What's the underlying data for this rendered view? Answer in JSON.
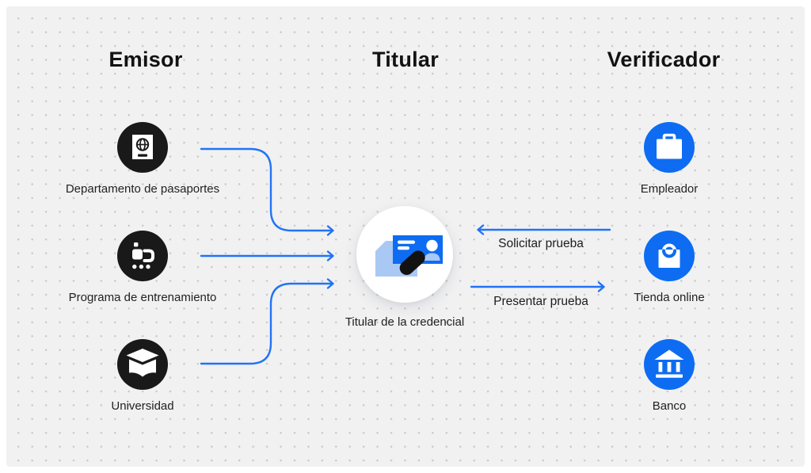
{
  "diagram": {
    "columns": [
      {
        "id": "emisor",
        "title": "Emisor"
      },
      {
        "id": "titular",
        "title": "Titular"
      },
      {
        "id": "verificador",
        "title": "Verificador"
      }
    ],
    "issuers": [
      {
        "label": "Departamento de pasaportes",
        "icon": "passport-icon"
      },
      {
        "label": "Programa de entrenamiento",
        "icon": "training-program-icon"
      },
      {
        "label": "Universidad",
        "icon": "graduation-cap-icon"
      }
    ],
    "holder": {
      "label": "Titular de la credencial",
      "icon": "credential-card-icon"
    },
    "verifiers": [
      {
        "label": "Empleador",
        "icon": "briefcase-icon"
      },
      {
        "label": "Tienda online",
        "icon": "shopping-bag-icon"
      },
      {
        "label": "Banco",
        "icon": "bank-icon"
      }
    ],
    "flows": {
      "request_proof": "Solicitar prueba",
      "present_proof": "Presentar prueba"
    },
    "colors": {
      "issuer_circle": "#191919",
      "verifier_circle": "#0d6cf2",
      "arrow": "#2173f5",
      "background": "#f1f1f2",
      "dot_grid": "#c7c7c9",
      "text": "#1c1c1c",
      "card_blue": "#0d6cf2",
      "card_light_blue": "#a9c8f4"
    }
  }
}
